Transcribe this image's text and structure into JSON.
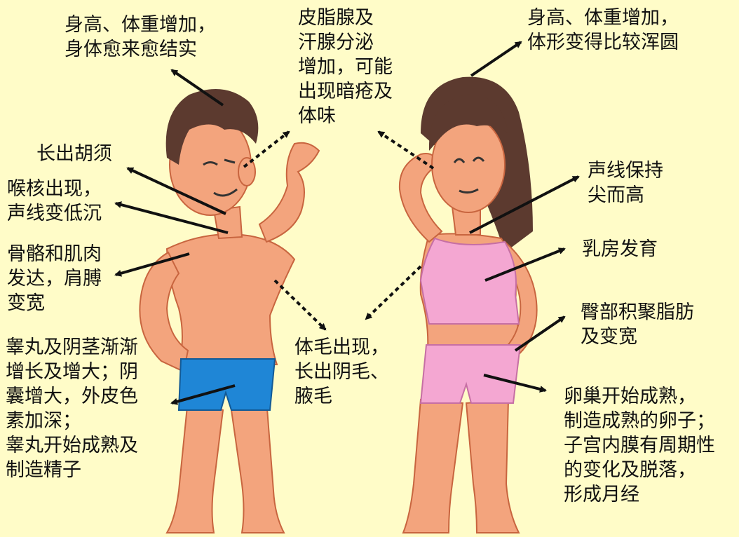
{
  "colors": {
    "background": "#fffcc8",
    "skin": "#f3a47d",
    "skin_shadow": "#e07a5a",
    "hair": "#5c3a2f",
    "shorts_male": "#1f86d6",
    "clothes_female": "#f4a7d2",
    "arrow": "#111111"
  },
  "labels": {
    "male_height": "身高、体重增加，\n身体愈来愈结实",
    "glands": "皮脂腺及\n汗腺分泌\n增加，可能\n出现暗疮及\n体味",
    "female_height": "身高、体重增加，\n体形变得比较浑圆",
    "beard": "长出胡须",
    "adams_apple": "喉核出现，\n声线变低沉",
    "bones_muscles": "骨骼和肌肉\n发达，肩膊\n变宽",
    "male_genitals": "睾丸及阴茎渐渐\n增长及增大；阴\n囊增大，外皮色\n素加深；\n睾丸开始成熟及\n制造精子",
    "body_hair": "体毛出现，\n长出阴毛、\n腋毛",
    "female_voice": "声线保持\n尖而高",
    "breasts": "乳房发育",
    "hips": "臀部积聚脂肪\n及变宽",
    "ovaries": "卵巢开始成熟，\n制造成熟的卵子；\n子宫内膜有周期性\n的变化及脱落，\n形成月经"
  },
  "figures": {
    "male": "male-figure",
    "female": "female-figure"
  }
}
